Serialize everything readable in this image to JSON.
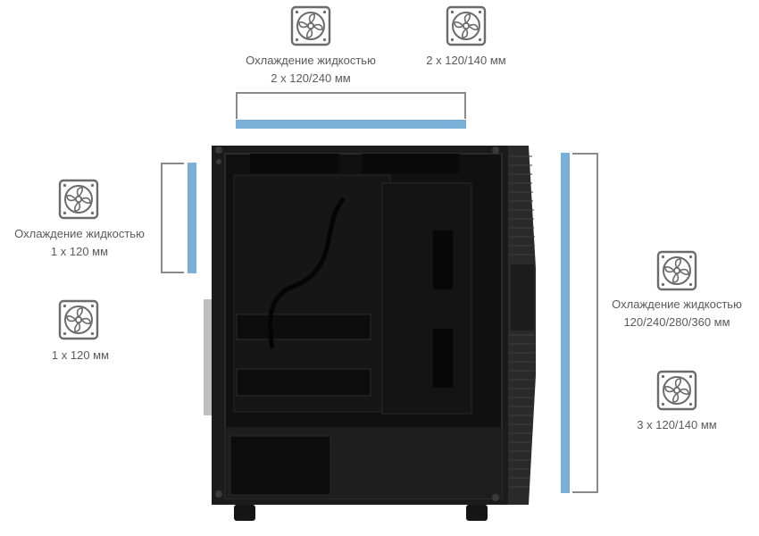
{
  "top": {
    "left": {
      "line1": "Охлаждение жидкостью",
      "line2": "2 x 120/240 мм",
      "icon": "fan-icon"
    },
    "right": {
      "line1": "2 x 120/140 мм",
      "icon": "fan-icon"
    }
  },
  "rear": {
    "liquid": {
      "line1": "Охлаждение жидкостью",
      "line2": "1 x 120 мм",
      "icon": "fan-icon"
    },
    "fan": {
      "line1": "1 x 120 мм",
      "icon": "fan-icon"
    }
  },
  "front": {
    "liquid": {
      "line1": "Охлаждение жидкостью",
      "line2": "120/240/280/360 мм",
      "icon": "fan-icon"
    },
    "fan": {
      "line1": "3 x 120/140 мм",
      "icon": "fan-icon"
    }
  },
  "colors": {
    "accent_bar": "#7ab0d8",
    "bracket": "#8a8a8a",
    "case": "#1a1a1a"
  }
}
